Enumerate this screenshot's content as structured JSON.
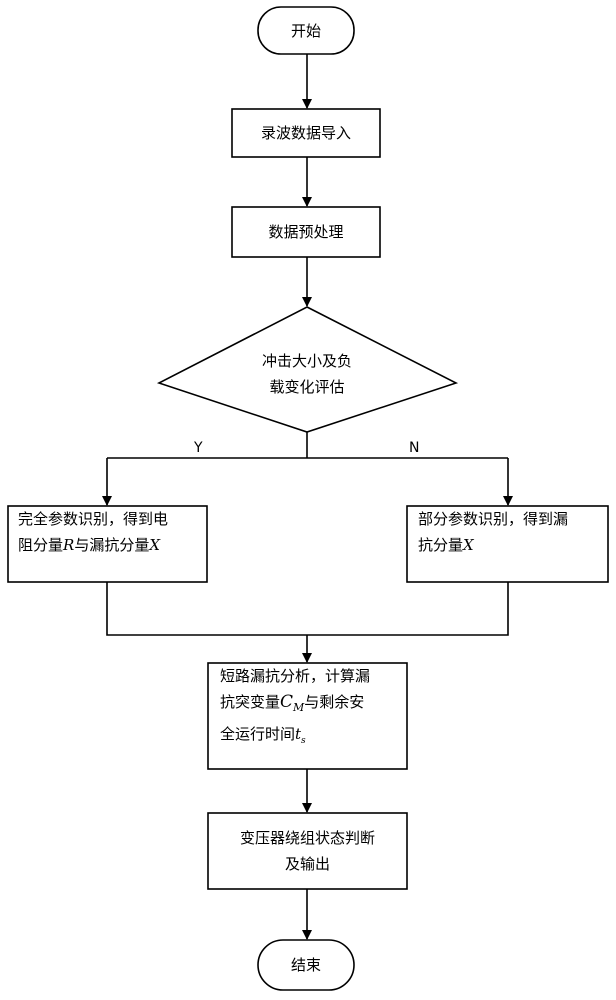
{
  "nodes": {
    "start": "开始",
    "import": "录波数据导入",
    "preprocess": "数据预处理",
    "decision_line1": "冲击大小及负",
    "decision_line2": "载变化评估",
    "left_line1": "完全参数识别，得到电",
    "left_line2_a": "阻分量",
    "left_line2_R": "R",
    "left_line2_b": "与漏抗分量",
    "left_line2_X": "X",
    "right_line1": "部分参数识别，得到漏",
    "right_line2_a": "抗分量",
    "right_line2_X": "X",
    "analysis_line1": "短路漏抗分析，计算漏",
    "analysis_line2_a": "抗突变量",
    "analysis_line2_C": "C",
    "analysis_line2_M": "M",
    "analysis_line2_b": "与剩余安",
    "analysis_line3_a": "全运行时间",
    "analysis_line3_t": "t",
    "analysis_line3_s": "s",
    "judge_line1": "变压器绕组状态判断",
    "judge_line2": "及输出",
    "end": "结束"
  },
  "branches": {
    "yes": "Y",
    "no": "N"
  }
}
